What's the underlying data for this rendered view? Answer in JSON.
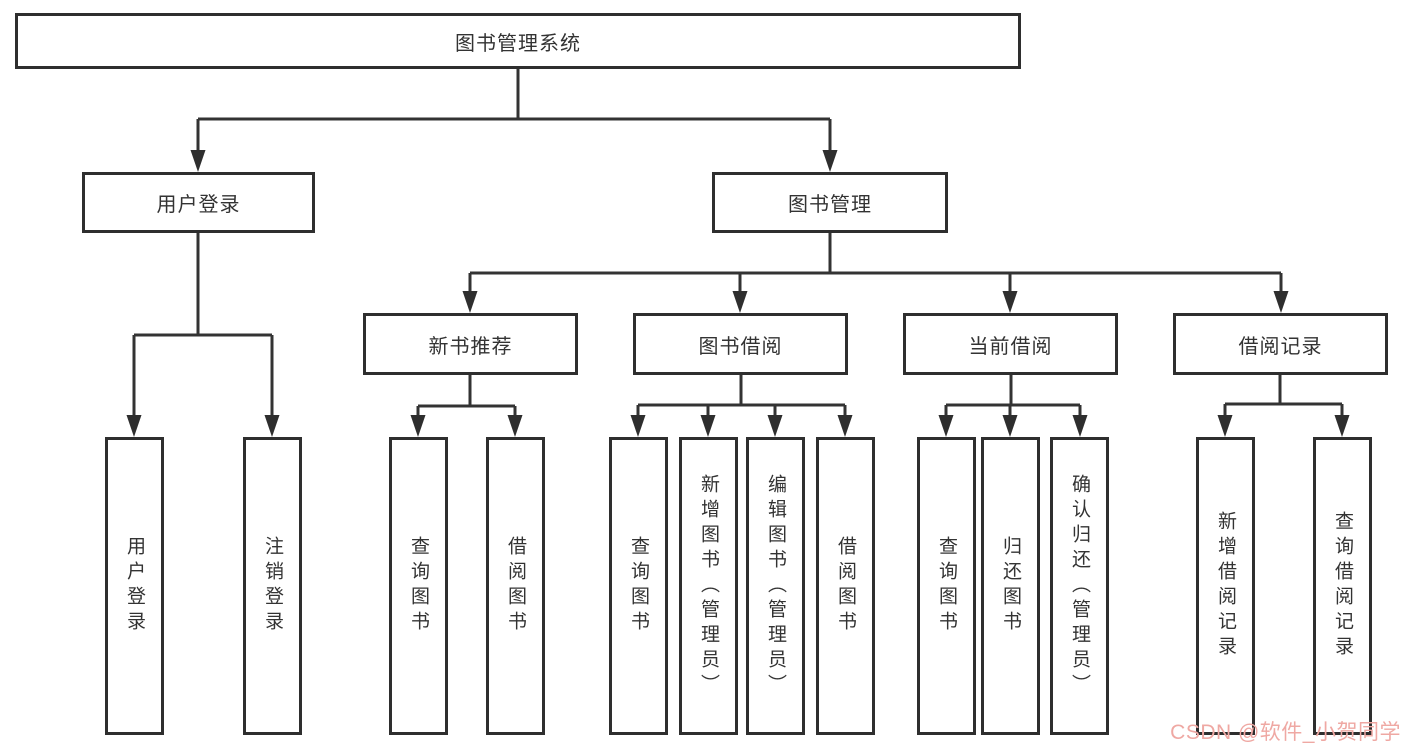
{
  "diagram": {
    "root": {
      "label": "图书管理系统"
    },
    "level2": [
      {
        "label": "用户登录"
      },
      {
        "label": "图书管理"
      }
    ],
    "level3": [
      {
        "label": "新书推荐"
      },
      {
        "label": "图书借阅"
      },
      {
        "label": "当前借阅"
      },
      {
        "label": "借阅记录"
      }
    ],
    "leaves": {
      "login": [
        "用户登录",
        "注销登录"
      ],
      "newbook": [
        "查询图书",
        "借阅图书"
      ],
      "borrow": [
        "查询图书",
        "新增图书（管理员）",
        "编辑图书（管理员）",
        "借阅图书"
      ],
      "current": [
        "查询图书",
        "归还图书",
        "确认归还（管理员）"
      ],
      "records": [
        "新增借阅记录",
        "查询借阅记录"
      ]
    }
  },
  "watermark": {
    "text": "CSDN @软件_小贺同学",
    "color": "#efa8a3"
  },
  "colors": {
    "line": "#333333",
    "border": "#2e2e2e",
    "text": "#333333",
    "background": "#ffffff"
  }
}
